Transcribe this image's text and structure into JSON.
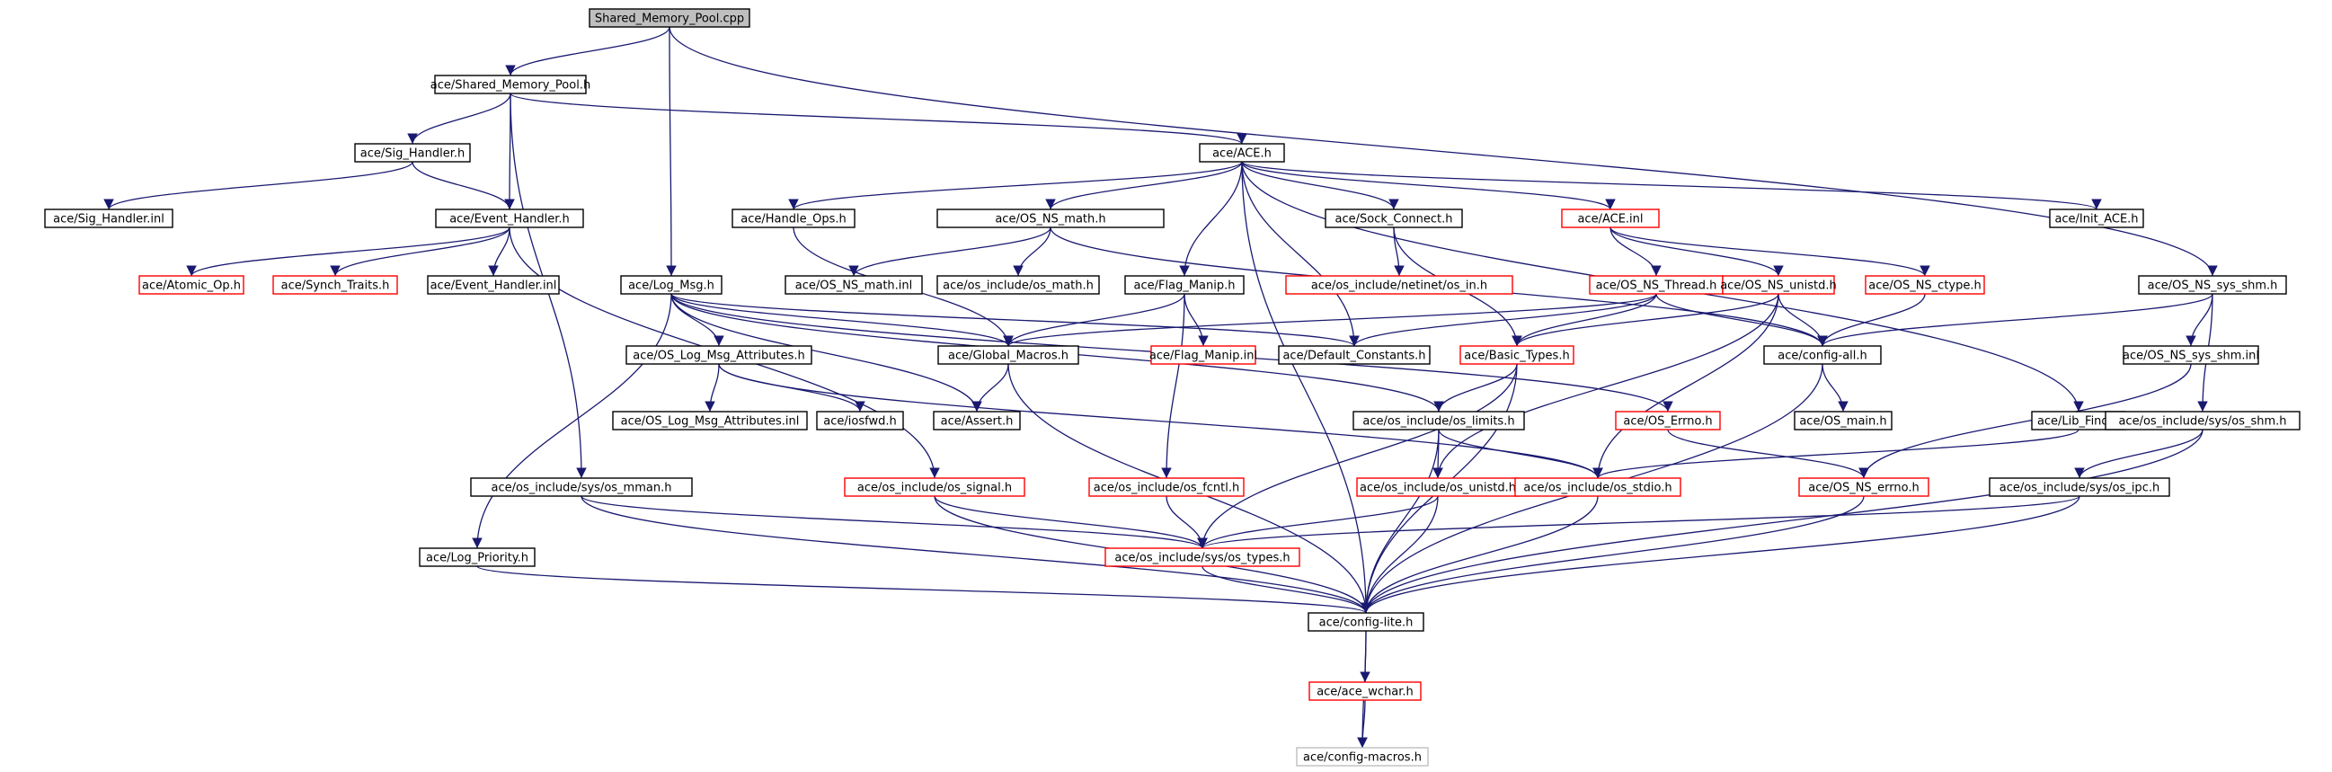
{
  "graph": {
    "edge_color": "#191970",
    "node_border_colors": {
      "documented": "#000000",
      "external": "#ff0000",
      "missing": "#bfbfbf"
    },
    "root_fill": "#bfbfbf",
    "nodes": [
      {
        "id": "n0",
        "label": "Shared_Memory_Pool.cpp",
        "kind": "root"
      },
      {
        "id": "n1",
        "label": "ace/Shared_Memory_Pool.h",
        "kind": "documented"
      },
      {
        "id": "n2",
        "label": "ace/Sig_Handler.h",
        "kind": "documented"
      },
      {
        "id": "n3",
        "label": "ace/ACE.h",
        "kind": "documented"
      },
      {
        "id": "n4",
        "label": "ace/Sig_Handler.inl",
        "kind": "documented"
      },
      {
        "id": "n5",
        "label": "ace/Event_Handler.h",
        "kind": "documented"
      },
      {
        "id": "n6",
        "label": "ace/Handle_Ops.h",
        "kind": "documented"
      },
      {
        "id": "n7",
        "label": "ace/OS_NS_math.h",
        "kind": "documented"
      },
      {
        "id": "n8",
        "label": "ace/Sock_Connect.h",
        "kind": "documented"
      },
      {
        "id": "n9",
        "label": "ace/ACE.inl",
        "kind": "external"
      },
      {
        "id": "n10",
        "label": "ace/Init_ACE.h",
        "kind": "documented"
      },
      {
        "id": "n11",
        "label": "ace/Atomic_Op.h",
        "kind": "external"
      },
      {
        "id": "n12",
        "label": "ace/Synch_Traits.h",
        "kind": "external"
      },
      {
        "id": "n13",
        "label": "ace/Event_Handler.inl",
        "kind": "documented"
      },
      {
        "id": "n14",
        "label": "ace/Log_Msg.h",
        "kind": "documented"
      },
      {
        "id": "n15",
        "label": "ace/OS_NS_math.inl",
        "kind": "documented"
      },
      {
        "id": "n16",
        "label": "ace/os_include/os_math.h",
        "kind": "documented"
      },
      {
        "id": "n17",
        "label": "ace/Flag_Manip.h",
        "kind": "documented"
      },
      {
        "id": "n18",
        "label": "ace/os_include/netinet/os_in.h",
        "kind": "external"
      },
      {
        "id": "n19",
        "label": "ace/OS_NS_Thread.h",
        "kind": "external"
      },
      {
        "id": "n20",
        "label": "ace/OS_NS_unistd.h",
        "kind": "external"
      },
      {
        "id": "n21",
        "label": "ace/OS_NS_ctype.h",
        "kind": "external"
      },
      {
        "id": "n22",
        "label": "ace/OS_NS_sys_shm.h",
        "kind": "documented"
      },
      {
        "id": "n23",
        "label": "ace/OS_Log_Msg_Attributes.h",
        "kind": "documented"
      },
      {
        "id": "n24",
        "label": "ace/Global_Macros.h",
        "kind": "documented"
      },
      {
        "id": "n25",
        "label": "ace/Flag_Manip.inl",
        "kind": "external"
      },
      {
        "id": "n26",
        "label": "ace/Default_Constants.h",
        "kind": "documented"
      },
      {
        "id": "n27",
        "label": "ace/Basic_Types.h",
        "kind": "external"
      },
      {
        "id": "n28",
        "label": "ace/config-all.h",
        "kind": "documented"
      },
      {
        "id": "n29",
        "label": "ace/OS_NS_sys_shm.inl",
        "kind": "documented"
      },
      {
        "id": "n30",
        "label": "ace/OS_Log_Msg_Attributes.inl",
        "kind": "documented"
      },
      {
        "id": "n31",
        "label": "ace/iosfwd.h",
        "kind": "documented"
      },
      {
        "id": "n32",
        "label": "ace/Assert.h",
        "kind": "documented"
      },
      {
        "id": "n33",
        "label": "ace/os_include/os_limits.h",
        "kind": "documented"
      },
      {
        "id": "n34",
        "label": "ace/OS_Errno.h",
        "kind": "external"
      },
      {
        "id": "n35",
        "label": "ace/OS_main.h",
        "kind": "documented"
      },
      {
        "id": "n36",
        "label": "ace/Lib_Find.h",
        "kind": "documented"
      },
      {
        "id": "n37",
        "label": "ace/os_include/sys/os_shm.h",
        "kind": "documented"
      },
      {
        "id": "n38",
        "label": "ace/os_include/sys/os_mman.h",
        "kind": "documented"
      },
      {
        "id": "n39",
        "label": "ace/os_include/os_signal.h",
        "kind": "external"
      },
      {
        "id": "n40",
        "label": "ace/os_include/os_fcntl.h",
        "kind": "external"
      },
      {
        "id": "n41",
        "label": "ace/os_include/os_unistd.h",
        "kind": "external"
      },
      {
        "id": "n42",
        "label": "ace/os_include/os_stdio.h",
        "kind": "external"
      },
      {
        "id": "n43",
        "label": "ace/OS_NS_errno.h",
        "kind": "external"
      },
      {
        "id": "n44",
        "label": "ace/os_include/sys/os_ipc.h",
        "kind": "documented"
      },
      {
        "id": "n45",
        "label": "ace/Log_Priority.h",
        "kind": "documented"
      },
      {
        "id": "n46",
        "label": "ace/os_include/sys/os_types.h",
        "kind": "external"
      },
      {
        "id": "n47",
        "label": "ace/config-lite.h",
        "kind": "documented"
      },
      {
        "id": "n48",
        "label": "ace/ace_wchar.h",
        "kind": "external"
      },
      {
        "id": "n49",
        "label": "ace/config-macros.h",
        "kind": "missing"
      }
    ],
    "edges": [
      [
        "n0",
        "n1"
      ],
      [
        "n0",
        "n14"
      ],
      [
        "n0",
        "n22"
      ],
      [
        "n1",
        "n2"
      ],
      [
        "n1",
        "n5"
      ],
      [
        "n1",
        "n3"
      ],
      [
        "n1",
        "n38"
      ],
      [
        "n2",
        "n4"
      ],
      [
        "n2",
        "n5"
      ],
      [
        "n3",
        "n6"
      ],
      [
        "n3",
        "n7"
      ],
      [
        "n3",
        "n8"
      ],
      [
        "n3",
        "n9"
      ],
      [
        "n3",
        "n10"
      ],
      [
        "n3",
        "n17"
      ],
      [
        "n3",
        "n26"
      ],
      [
        "n3",
        "n36"
      ],
      [
        "n3",
        "n47"
      ],
      [
        "n5",
        "n11"
      ],
      [
        "n5",
        "n12"
      ],
      [
        "n5",
        "n13"
      ],
      [
        "n5",
        "n39"
      ],
      [
        "n6",
        "n24"
      ],
      [
        "n7",
        "n15"
      ],
      [
        "n7",
        "n16"
      ],
      [
        "n7",
        "n28"
      ],
      [
        "n8",
        "n18"
      ],
      [
        "n8",
        "n27"
      ],
      [
        "n9",
        "n19"
      ],
      [
        "n9",
        "n20"
      ],
      [
        "n9",
        "n21"
      ],
      [
        "n14",
        "n23"
      ],
      [
        "n14",
        "n24"
      ],
      [
        "n14",
        "n32"
      ],
      [
        "n14",
        "n26"
      ],
      [
        "n14",
        "n33"
      ],
      [
        "n14",
        "n34"
      ],
      [
        "n14",
        "n45"
      ],
      [
        "n17",
        "n24"
      ],
      [
        "n17",
        "n25"
      ],
      [
        "n17",
        "n40"
      ],
      [
        "n19",
        "n24"
      ],
      [
        "n19",
        "n26"
      ],
      [
        "n19",
        "n27"
      ],
      [
        "n19",
        "n28"
      ],
      [
        "n20",
        "n27"
      ],
      [
        "n20",
        "n28"
      ],
      [
        "n20",
        "n41"
      ],
      [
        "n20",
        "n42"
      ],
      [
        "n21",
        "n28"
      ],
      [
        "n22",
        "n28"
      ],
      [
        "n22",
        "n29"
      ],
      [
        "n22",
        "n37"
      ],
      [
        "n23",
        "n30"
      ],
      [
        "n23",
        "n31"
      ],
      [
        "n23",
        "n42"
      ],
      [
        "n24",
        "n32"
      ],
      [
        "n24",
        "n47"
      ],
      [
        "n27",
        "n33"
      ],
      [
        "n27",
        "n46"
      ],
      [
        "n27",
        "n47"
      ],
      [
        "n28",
        "n35"
      ],
      [
        "n28",
        "n47"
      ],
      [
        "n29",
        "n43"
      ],
      [
        "n33",
        "n41"
      ],
      [
        "n33",
        "n42"
      ],
      [
        "n33",
        "n47"
      ],
      [
        "n34",
        "n43"
      ],
      [
        "n36",
        "n42"
      ],
      [
        "n37",
        "n44"
      ],
      [
        "n37",
        "n47"
      ],
      [
        "n38",
        "n46"
      ],
      [
        "n38",
        "n47"
      ],
      [
        "n39",
        "n46"
      ],
      [
        "n39",
        "n47"
      ],
      [
        "n40",
        "n46"
      ],
      [
        "n41",
        "n46"
      ],
      [
        "n41",
        "n47"
      ],
      [
        "n42",
        "n47"
      ],
      [
        "n43",
        "n47"
      ],
      [
        "n44",
        "n46"
      ],
      [
        "n44",
        "n47"
      ],
      [
        "n45",
        "n47"
      ],
      [
        "n46",
        "n47"
      ],
      [
        "n47",
        "n48"
      ],
      [
        "n47",
        "n49"
      ],
      [
        "n48",
        "n49"
      ]
    ]
  }
}
